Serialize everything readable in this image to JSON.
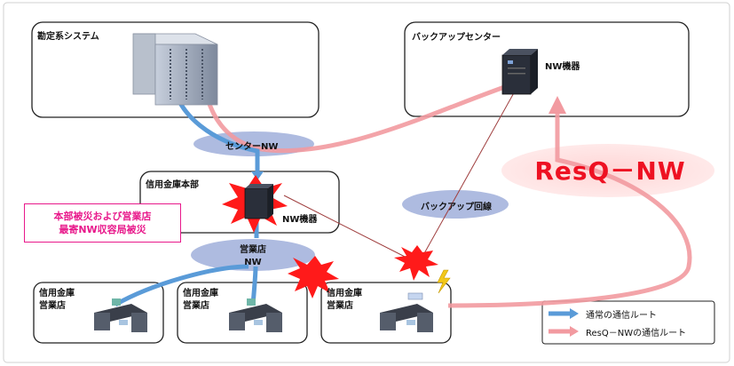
{
  "boxes": {
    "accounting": "勘定系システム",
    "backup_center": "バックアップセンター",
    "hq": "信用金庫本部",
    "branch1": "信用金庫\n営業店",
    "branch2": "信用金庫\n営業店",
    "branch3": "信用金庫\n営業店"
  },
  "labels": {
    "nw_device_backup": "NW機器",
    "nw_device_hq": "NW機器",
    "center_nw": "センターNW",
    "branch_nw_line1": "営業店",
    "branch_nw_line2": "NW",
    "backup_line": "バックアップ回線",
    "resq_nw": "ResQ－NW"
  },
  "callout": {
    "line1": "本部被災および営業店",
    "line2": "最寄NW収容局被災"
  },
  "legend": {
    "normal": "通常の通信ルート",
    "resq": "ResQ－NWの通信ルート"
  },
  "colors": {
    "normal_route": "#5a9bd8",
    "resq_route": "#f29aa0",
    "cloud": "#aebbe0",
    "disaster": "#ff1a1a",
    "callout_text": "#e8198b"
  }
}
